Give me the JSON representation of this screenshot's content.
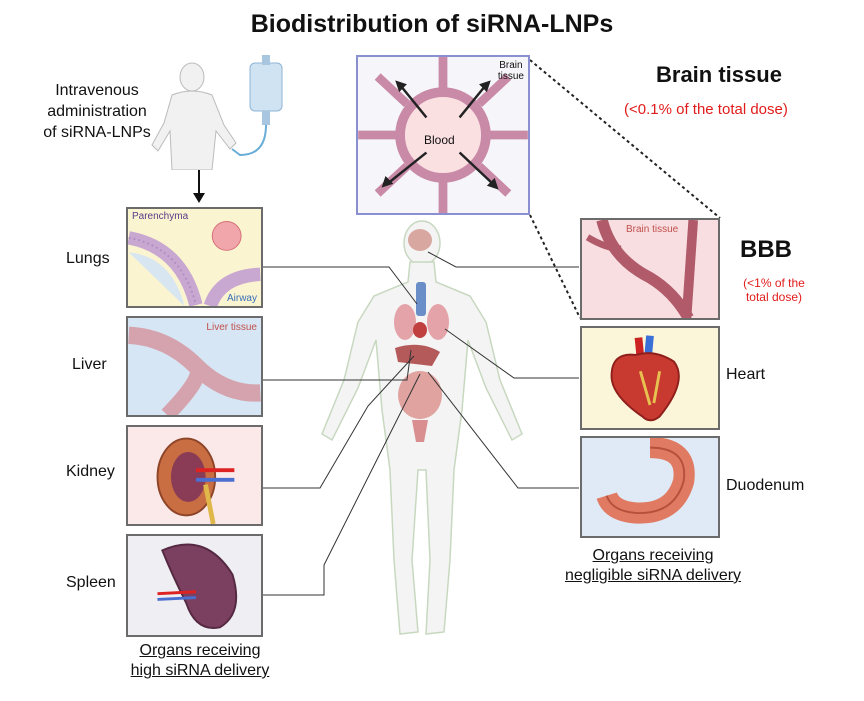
{
  "title": "Biodistribution of siRNA-LNPs",
  "admin_label": [
    "Intravenous",
    "administration",
    "of siRNA-LNPs"
  ],
  "brain_panel": {
    "corner_label": [
      "Brain",
      "tissue"
    ],
    "center_label": "Blood"
  },
  "brain_tissue": {
    "heading": "Brain tissue",
    "dose": "(<0.1% of the total dose)"
  },
  "bbb": {
    "heading": "BBB",
    "dose": [
      "(<1% of the",
      "total dose)"
    ],
    "panel_label": "Brain tissue"
  },
  "left_organs": [
    {
      "name": "Lungs",
      "panel_labels": [
        "Parenchyma",
        "Airway"
      ]
    },
    {
      "name": "Liver",
      "panel_labels": [
        "Liver tissue"
      ]
    },
    {
      "name": "Kidney",
      "panel_labels": []
    },
    {
      "name": "Spleen",
      "panel_labels": []
    }
  ],
  "right_organs": [
    {
      "name": "Heart"
    },
    {
      "name": "Duodenum"
    }
  ],
  "captions": {
    "high": [
      "Organs receiving",
      "high siRNA delivery"
    ],
    "negligible": [
      "Organs receiving",
      "negligible siRNA delivery"
    ]
  },
  "colors": {
    "accent_red": "#e11b1b",
    "vessel": "#c98aa8",
    "panel_border": "#6b6b6b"
  }
}
